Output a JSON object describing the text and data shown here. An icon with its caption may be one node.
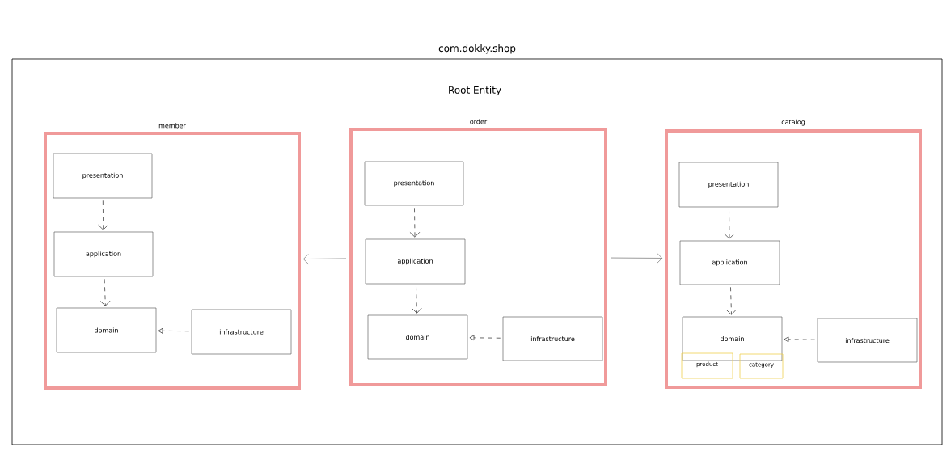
{
  "diagram": {
    "nodes": [
      {
        "text": [
          "com.dokky.shop",
          "Root Entity"
        ]
      },
      {
        "text": [
          "member"
        ],
        "in": 0
      },
      {
        "text": [
          "presentation"
        ],
        "in": 1
      },
      {
        "text": [
          "application"
        ],
        "in": 1
      },
      {
        "text": [
          "domain"
        ],
        "in": 1
      },
      {
        "text": [
          "infrastructure"
        ],
        "in": 1
      },
      {
        "text": [
          "order"
        ],
        "in": 0
      },
      {
        "text": [
          "presentation"
        ],
        "in": 6
      },
      {
        "text": [
          "application"
        ],
        "in": 6
      },
      {
        "text": [
          "domain"
        ],
        "in": 6
      },
      {
        "text": [
          "infrastructure"
        ],
        "in": 6
      },
      {
        "text": [
          "catalog"
        ],
        "in": 0
      },
      {
        "text": [
          "presentation"
        ],
        "in": 11
      },
      {
        "text": [
          "application"
        ],
        "in": 11
      },
      {
        "text": [
          "domain"
        ],
        "in": 11
      },
      {
        "text": [
          "infrastructure"
        ],
        "in": 11
      },
      {
        "text": [
          "product"
        ],
        "in": 11
      },
      {
        "text": [
          "category"
        ],
        "in": 11
      }
    ],
    "edges": [
      {
        "from": 2,
        "to": 3,
        "arrow": "to",
        "style": "dashed"
      },
      {
        "from": 3,
        "to": 4,
        "arrow": "to",
        "style": "dashed"
      },
      {
        "from": 5,
        "to": 4,
        "arrow": "to",
        "style": "dashed"
      },
      {
        "from": 7,
        "to": 8,
        "arrow": "to",
        "style": "dashed"
      },
      {
        "from": 8,
        "to": 9,
        "arrow": "to",
        "style": "dashed"
      },
      {
        "from": 10,
        "to": 9,
        "arrow": "to",
        "style": "dashed"
      },
      {
        "from": 12,
        "to": 13,
        "arrow": "to",
        "style": "dashed"
      },
      {
        "from": 13,
        "to": 14,
        "arrow": "to",
        "style": "dashed"
      },
      {
        "from": 15,
        "to": 14,
        "arrow": "to",
        "style": "dashed"
      },
      {
        "from": 6,
        "to": 1,
        "arrow": "to"
      },
      {
        "from": 6,
        "to": 11,
        "arrow": "to"
      }
    ]
  }
}
